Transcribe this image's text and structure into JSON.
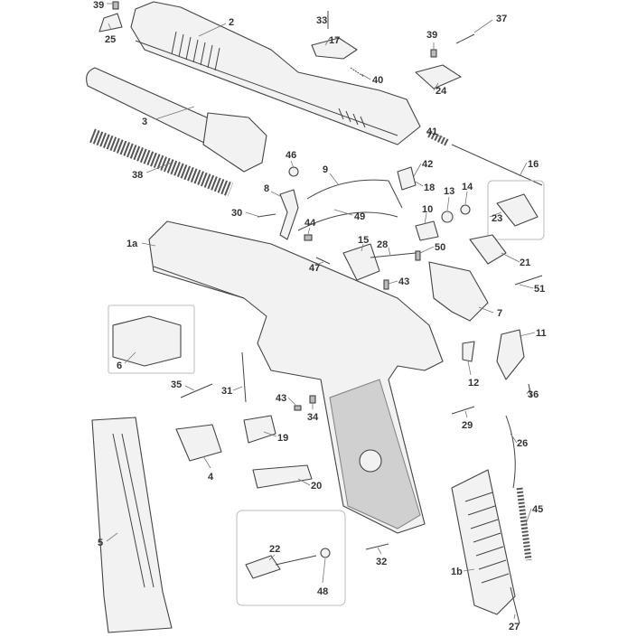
{
  "diagram": {
    "title": "Pistol exploded parts diagram",
    "labels": [
      "39",
      "25",
      "2",
      "33",
      "17",
      "37",
      "39",
      "40",
      "24",
      "3",
      "41",
      "46",
      "42",
      "16",
      "38",
      "9",
      "18",
      "8",
      "13",
      "14",
      "23",
      "30",
      "49",
      "10",
      "44",
      "1a",
      "15",
      "28",
      "50",
      "21",
      "47",
      "43",
      "51",
      "7",
      "11",
      "6",
      "12",
      "35",
      "31",
      "43",
      "36",
      "34",
      "29",
      "19",
      "26",
      "4",
      "20",
      "45",
      "5",
      "22",
      "32",
      "1b",
      "48",
      "27"
    ]
  }
}
